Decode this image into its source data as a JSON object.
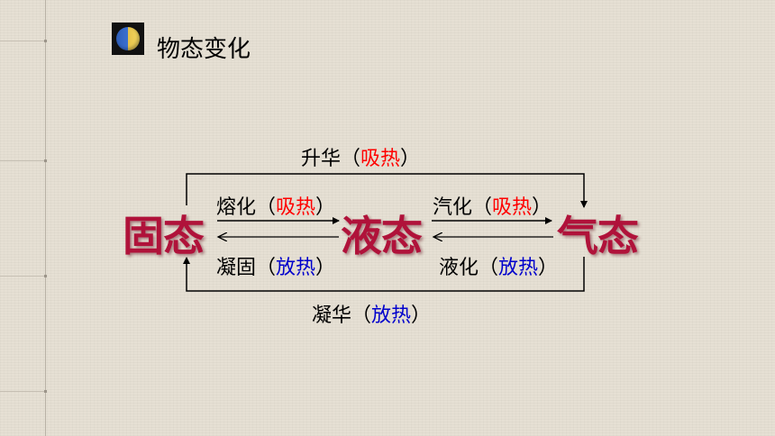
{
  "title": "物态变化",
  "states": {
    "solid": "固态",
    "liquid": "液态",
    "gas": "气态"
  },
  "transitions": {
    "sublimation": {
      "name": "升华",
      "heat": "吸热"
    },
    "melting": {
      "name": "熔化",
      "heat": "吸热"
    },
    "vaporization": {
      "name": "汽化",
      "heat": "吸热"
    },
    "solidification": {
      "name": "凝固",
      "heat": "放热"
    },
    "liquefaction": {
      "name": "液化",
      "heat": "放热"
    },
    "deposition": {
      "name": "凝华",
      "heat": "放热"
    }
  },
  "brackets": {
    "open": "（",
    "close": "）"
  },
  "colors": {
    "absorb": "#ff0000",
    "release": "#0000cc",
    "state": "#b0123a"
  }
}
